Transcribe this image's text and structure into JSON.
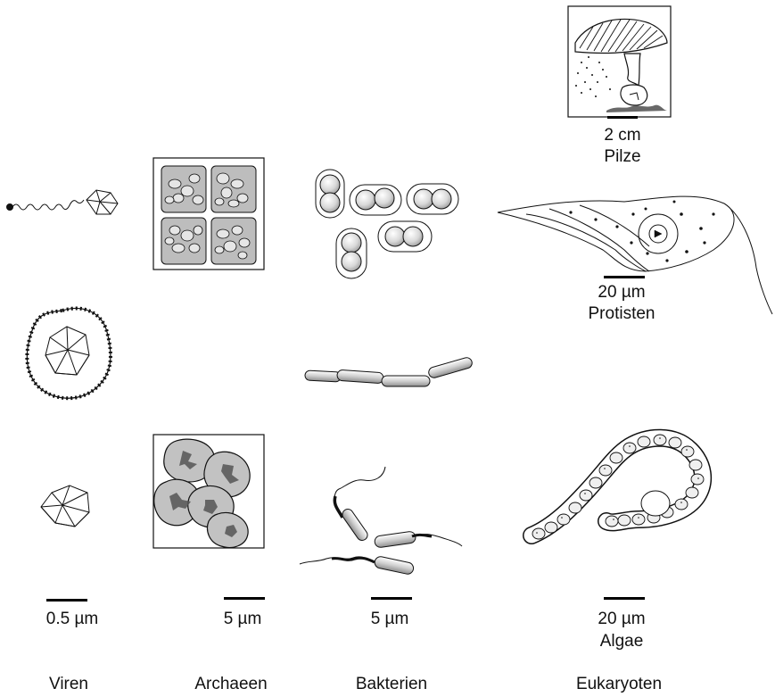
{
  "groups": {
    "viruses": "Viren",
    "archaea": "Archaeen",
    "bacteria": "Bakterien",
    "eukaryotes": "Eukaryoten"
  },
  "scales": {
    "viruses": "0.5 µm",
    "archaea": "5 µm",
    "bacteria": "5 µm",
    "algae": "20 µm",
    "protists": "20 µm",
    "fungi": "2 cm"
  },
  "kingdoms": {
    "fungi": "Pilze",
    "protists": "Protisten",
    "algae": "Algae"
  },
  "colors": {
    "ink": "#111111",
    "cell_fill": "#bdbdbd",
    "cell_light": "#e6e6e6"
  }
}
